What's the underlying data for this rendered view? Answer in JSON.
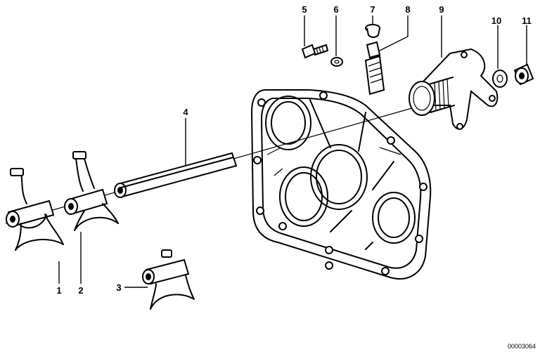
{
  "diagram": {
    "callouts": [
      {
        "id": "1",
        "label": "1"
      },
      {
        "id": "2",
        "label": "2"
      },
      {
        "id": "3",
        "label": "3"
      },
      {
        "id": "4",
        "label": "4"
      },
      {
        "id": "5",
        "label": "5"
      },
      {
        "id": "6",
        "label": "6"
      },
      {
        "id": "7",
        "label": "7"
      },
      {
        "id": "8",
        "label": "8"
      },
      {
        "id": "9",
        "label": "9"
      },
      {
        "id": "10",
        "label": "10"
      },
      {
        "id": "11",
        "label": "11"
      }
    ],
    "part_number": "00003064"
  }
}
